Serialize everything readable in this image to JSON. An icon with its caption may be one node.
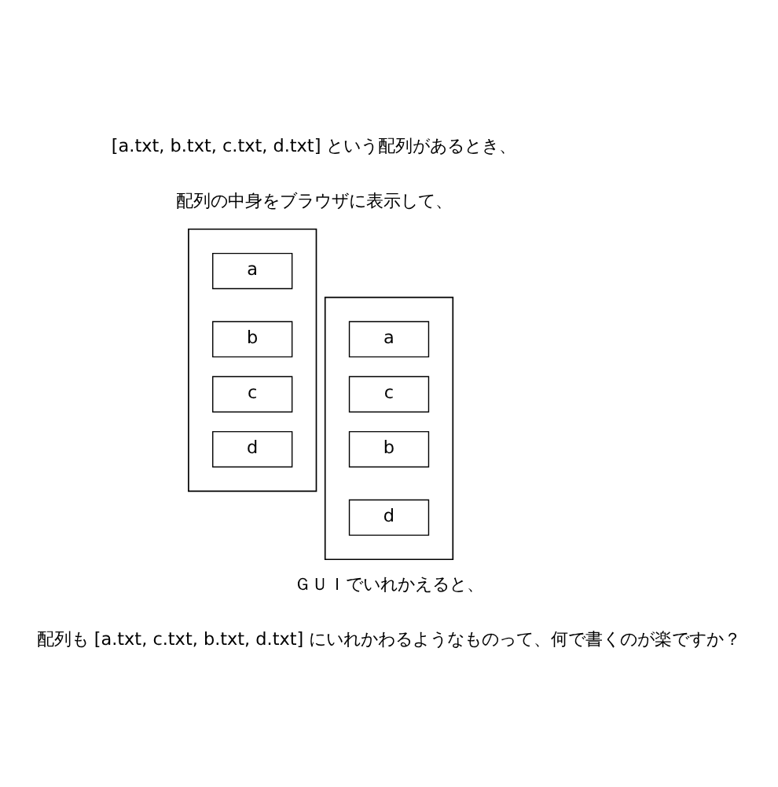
{
  "diagram": {
    "nodes": [
      {
        "text": [],
        "shape": "box"
      },
      {
        "text": [
          "a"
        ],
        "in": 0
      },
      {
        "text": [
          "b"
        ],
        "in": 0
      },
      {
        "text": [
          "c"
        ],
        "in": 0
      },
      {
        "text": [
          "d"
        ],
        "in": 0
      },
      {
        "text": [],
        "shape": "box"
      },
      {
        "text": [
          "a"
        ],
        "in": 5
      },
      {
        "text": [
          "c"
        ],
        "in": 5
      },
      {
        "text": [
          "b"
        ],
        "in": 5
      },
      {
        "text": [
          "d"
        ],
        "in": 5
      }
    ],
    "edges": [],
    "labels": [
      "[a.txt, b.txt, c.txt, d.txt] という配列があるとき、",
      "配列の中身をブラウザに表示して、",
      "ＧＵＩでいれかえると、",
      "配列も [a.txt, c.txt, b.txt, d.txt] にいれかわるようなものって、何で書くのが楽ですか？"
    ]
  }
}
